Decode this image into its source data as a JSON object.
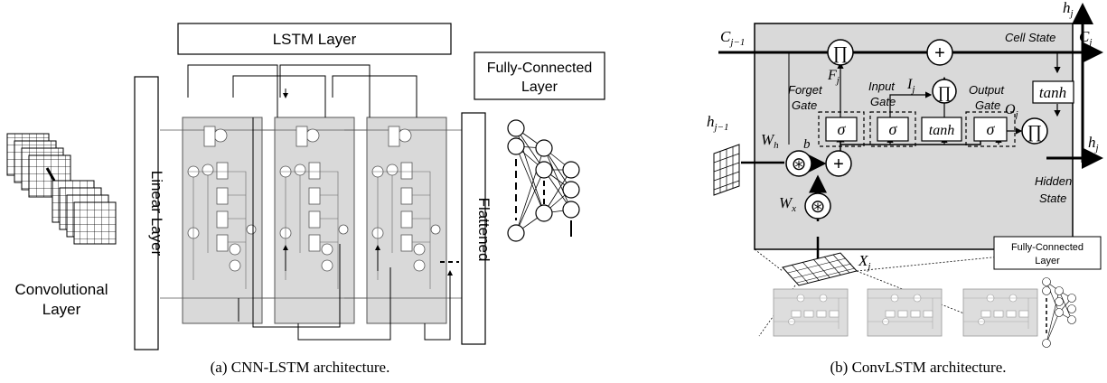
{
  "left": {
    "lstm_layer": "LSTM Layer",
    "fc_layer_line1": "Fully-Connected",
    "fc_layer_line2": "Layer",
    "linear_layer": "Linear Layer",
    "flattened": "Flattened",
    "conv_line1": "Convolutional",
    "conv_line2": "Layer",
    "caption": "(a) CNN-LSTM architecture."
  },
  "right": {
    "c_prev": "C",
    "c_prev_sub": "j−1",
    "c_next": "C",
    "c_next_sub": "j",
    "h_top": "h",
    "h_top_sub": "j",
    "h_right": "h",
    "h_right_sub": "j",
    "h_prev": "h",
    "h_prev_sub": "j−1",
    "w_h": "W",
    "w_h_sub": "h",
    "w_x": "W",
    "w_x_sub": "x",
    "x_in": "X",
    "x_in_sub": "j",
    "f_label": "F",
    "f_label_sub": "j",
    "i_label": "I",
    "i_label_sub": "j",
    "o_label": "O",
    "o_label_sub": "j",
    "b_label": "b",
    "cell_state": "Cell State",
    "forget_gate_1": "Forget",
    "forget_gate_2": "Gate",
    "input_gate_1": "Input",
    "input_gate_2": "Gate",
    "output_gate_1": "Output",
    "output_gate_2": "Gate",
    "hidden_state_1": "Hidden",
    "hidden_state_2": "State",
    "sigma": "σ",
    "tanh": "tanh",
    "prod": "∏",
    "plus": "+",
    "conv": "⊛",
    "fc_small_1": "Fully-Connected",
    "fc_small_2": "Layer",
    "caption": "(b) ConvLSTM architecture."
  }
}
